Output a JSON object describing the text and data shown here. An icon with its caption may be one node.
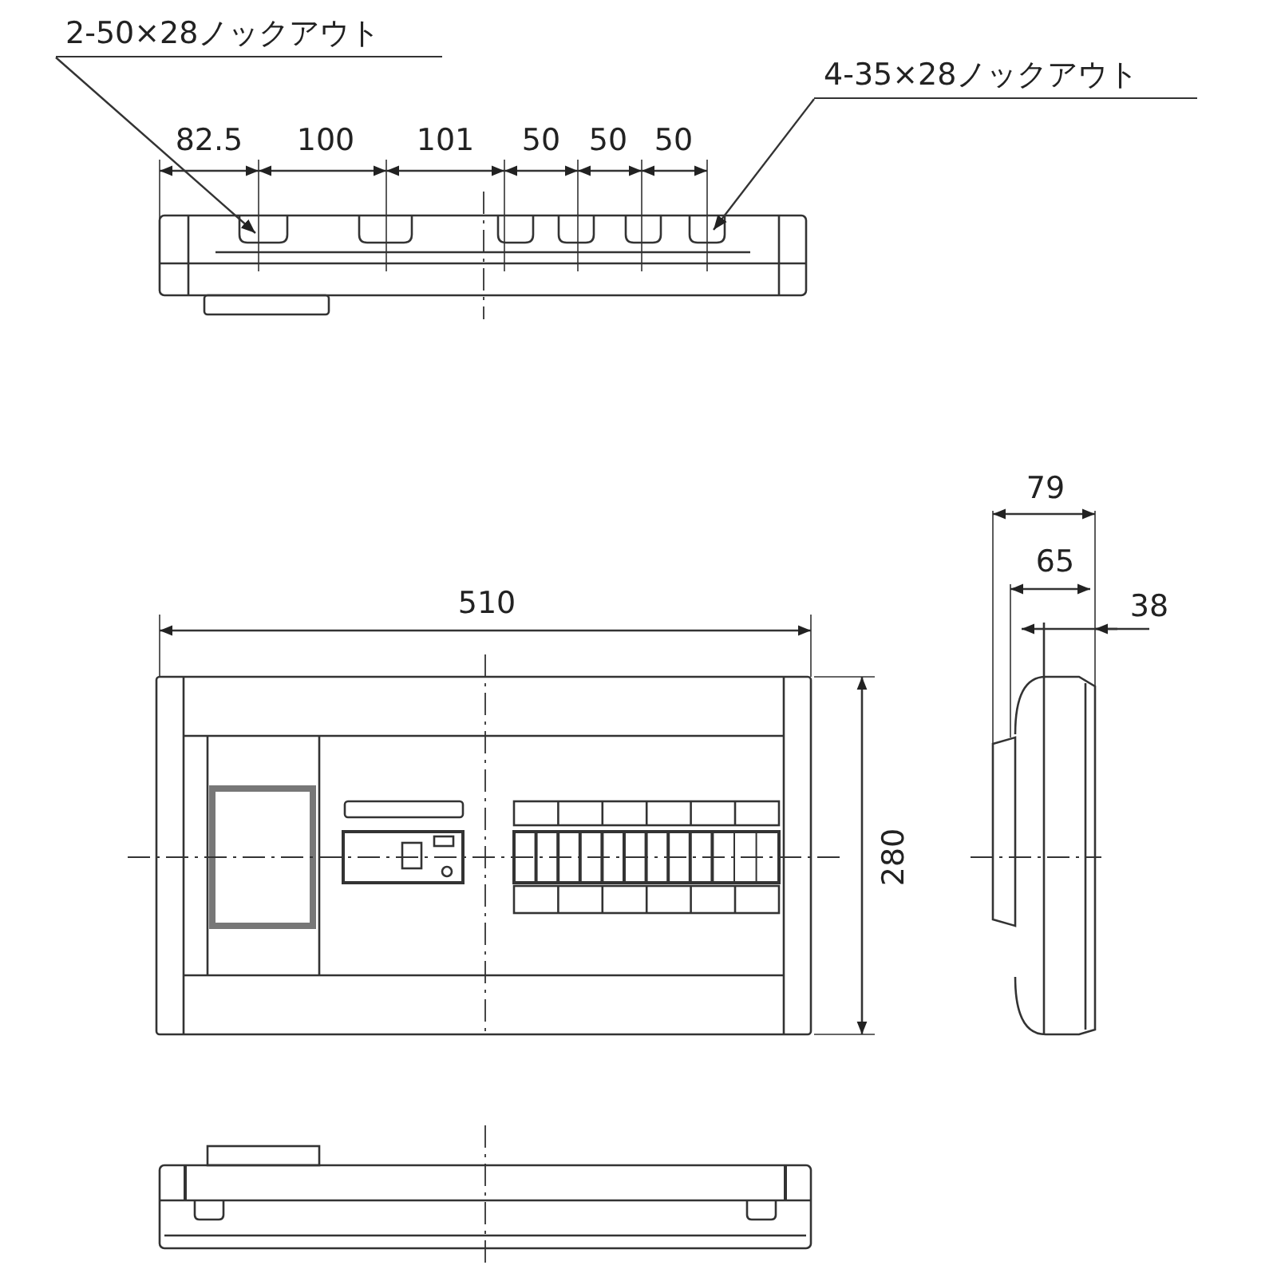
{
  "diagram": {
    "nodes": [
      {
        "text": [
          "2-50×28ノックアウト"
        ]
      },
      {
        "text": [
          "4-35×28ノックアウト"
        ]
      }
    ],
    "edges": [
      {
        "from": 0,
        "to": null,
        "arrow": "to"
      },
      {
        "from": 1,
        "to": null,
        "arrow": "to"
      }
    ],
    "labels": [
      "82.5",
      "100",
      "101",
      "50",
      "50",
      "50",
      "79",
      "65",
      "510",
      "38",
      "280"
    ]
  }
}
